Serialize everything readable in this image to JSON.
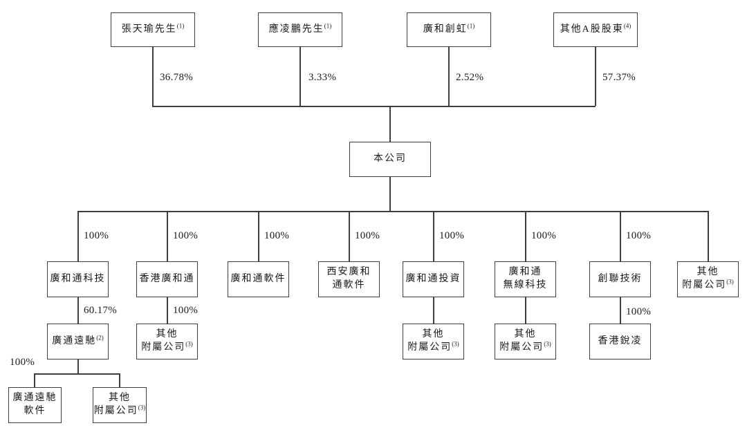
{
  "colors": {
    "background": "#ffffff",
    "line": "#3d3d3d",
    "text": "#1a1a1a"
  },
  "root_company": {
    "name": "本公司"
  },
  "shareholders": [
    {
      "name": "張天瑜先生",
      "note": "(1)",
      "pct": "36.78%"
    },
    {
      "name": "應凌鵬先生",
      "note": "(1)",
      "pct": "3.33%"
    },
    {
      "name": "廣和創虹",
      "note": "(1)",
      "pct": "2.52%"
    },
    {
      "name": "其他A股股東",
      "note": "(4)",
      "pct": "57.37%"
    }
  ],
  "subsidiaries": [
    {
      "line1": "廣和通科技",
      "pct": "100%"
    },
    {
      "line1": "香港廣和通",
      "pct": "100%"
    },
    {
      "line1": "廣和通軟件",
      "pct": "100%"
    },
    {
      "line1": "西安廣和",
      "line2": "通軟件",
      "pct": "100%"
    },
    {
      "line1": "廣和通投資",
      "pct": "100%"
    },
    {
      "line1": "廣和通",
      "line2": "無線科技",
      "pct": "100%"
    },
    {
      "line1": "創聯技術",
      "pct": "100%"
    },
    {
      "line1": "其他",
      "line2": "附屬公司",
      "note": "(3)"
    }
  ],
  "sub_subsidiaries": [
    {
      "line1": "廣通遠馳",
      "note": "(2)",
      "pct": "60.17%"
    },
    {
      "line1": "其他",
      "line2": "附屬公司",
      "note": "(3)",
      "pct": "100%"
    },
    {
      "line1": "其他",
      "line2": "附屬公司",
      "note": "(3)"
    },
    {
      "line1": "其他",
      "line2": "附屬公司",
      "note": "(3)"
    },
    {
      "line1": "香港銳凌",
      "pct": "100%"
    }
  ],
  "yuanchi_branch": {
    "pct": "100%",
    "children": [
      {
        "line1": "廣通遠馳",
        "line2": "軟件"
      },
      {
        "line1": "其他",
        "line2": "附屬公司",
        "note": "(3)"
      }
    ]
  }
}
